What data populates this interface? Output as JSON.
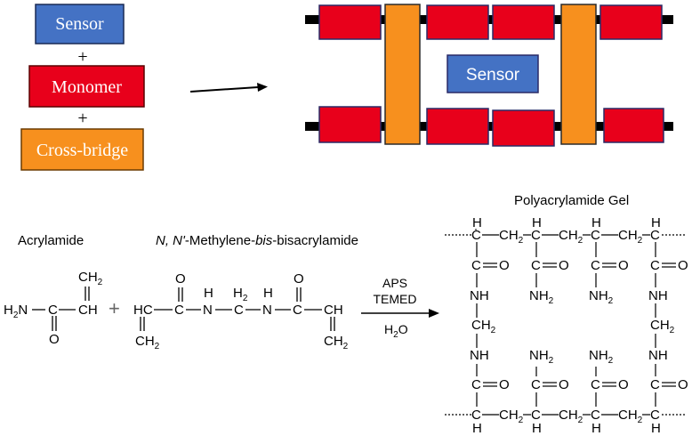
{
  "legend": {
    "sensor": "Sensor",
    "plus": "+",
    "monomer": "Monomer",
    "cross": "Cross-bridge"
  },
  "network": {
    "sensor": "Sensor"
  },
  "labels": {
    "acrylamide": "Acrylamide",
    "mba_prefix": "N, N",
    "mba_prime": "'",
    "mba_mid": "-Methylene-",
    "mba_bis": "bis",
    "mba_suffix": "-bisacrylamide",
    "gel": "Polyacrylamide Gel",
    "aps": "APS",
    "temed": "TEMED",
    "water_h": "H",
    "water_2": "2",
    "water_o": "O"
  },
  "colors": {
    "sensor": "#4472C4",
    "monomer": "#E8001B",
    "cross": "#F7901E",
    "bar": "#000000",
    "text": "#000000"
  }
}
